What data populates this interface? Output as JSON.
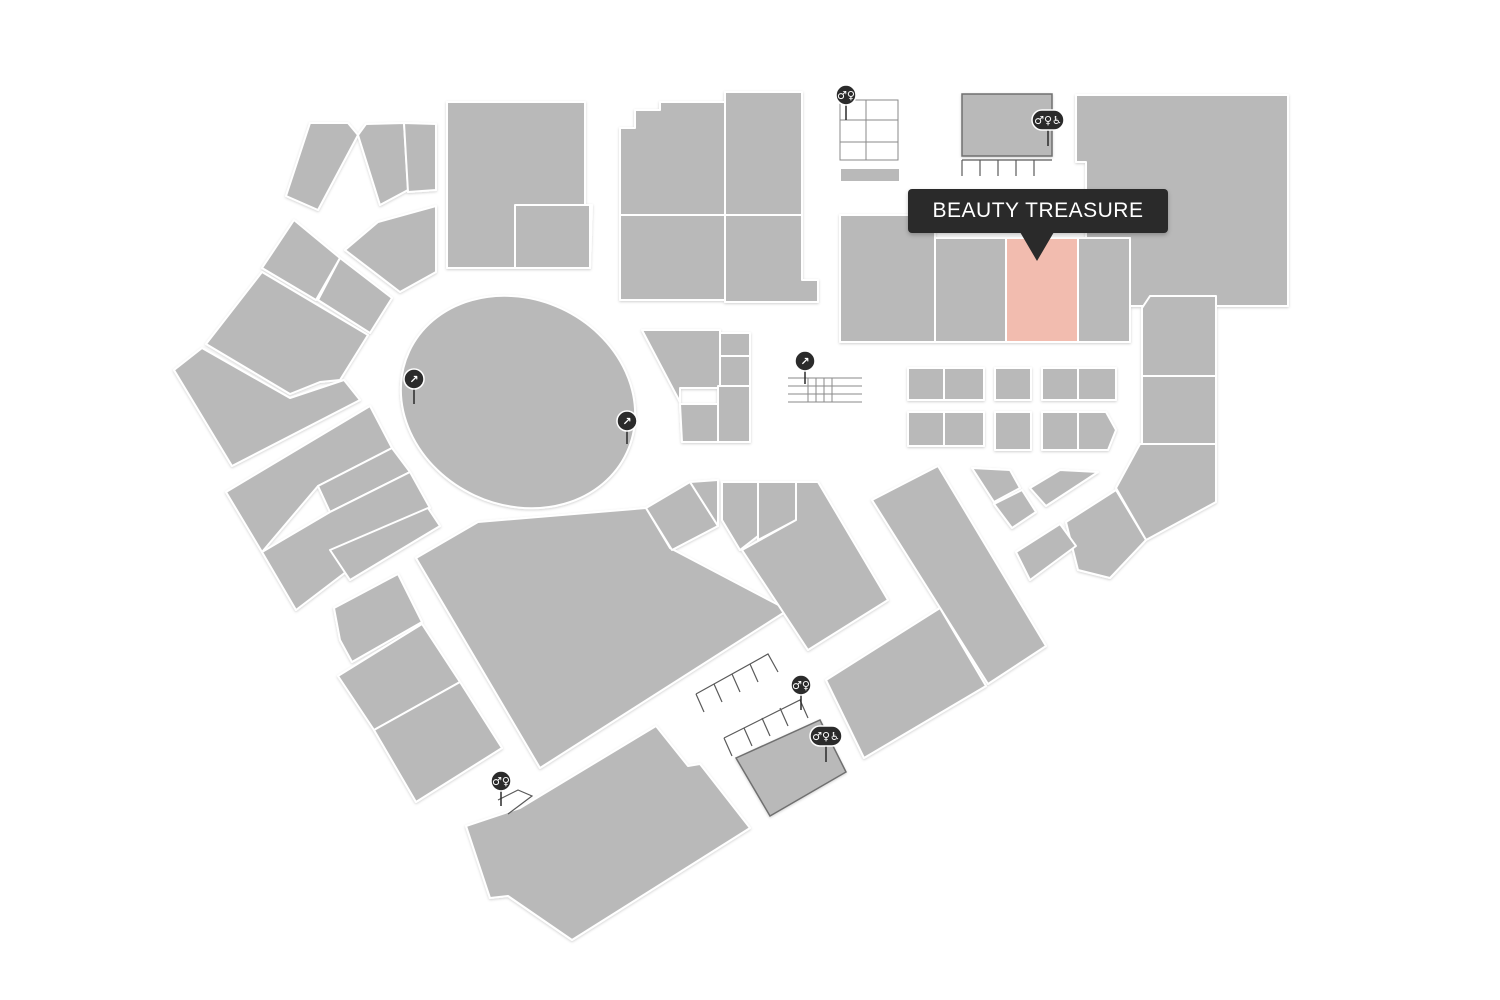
{
  "map": {
    "highlighted_store": {
      "name": "BEAUTY TREASURE",
      "highlight_color": "#f2bcaf"
    },
    "store_color": "#b9b9b9",
    "tooltip_color": "#2a2a2a",
    "amenities": [
      {
        "id": "restroom-north",
        "icon": "restroom-icon"
      },
      {
        "id": "restroom-accessible-north",
        "icon": "accessible-restroom-icon"
      },
      {
        "id": "escalator-west",
        "icon": "escalator-icon"
      },
      {
        "id": "escalator-centre",
        "icon": "escalator-icon"
      },
      {
        "id": "escalator-east",
        "icon": "escalator-icon"
      },
      {
        "id": "restroom-south",
        "icon": "restroom-icon"
      },
      {
        "id": "restroom-accessible-south",
        "icon": "accessible-restroom-icon"
      },
      {
        "id": "restroom-southwest",
        "icon": "restroom-icon"
      }
    ]
  }
}
